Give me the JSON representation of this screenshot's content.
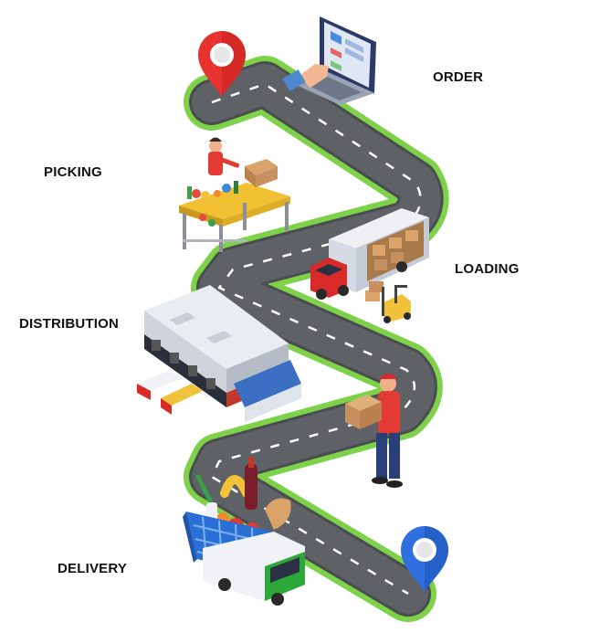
{
  "steps": {
    "order": "ORDER",
    "picking": "PICKING",
    "loading": "LOADING",
    "distribution": "DISTRIBUTION",
    "delivery": "DELIVERY"
  },
  "colors": {
    "road": "#5e6166",
    "road_edge": "#4a4c50",
    "grass": "#7ed24a",
    "lane_marking": "#ffffff",
    "pin_start": "#e8322f",
    "pin_end": "#2f6fe0",
    "truck_cab": "#d92a2a",
    "delivery_van": "#2ea83a",
    "basket": "#2a6fd6",
    "label_text": "#111111"
  },
  "icons": {
    "start": "location-pin-icon",
    "order": "laptop-icon",
    "picking": "warehouse-worker-icon",
    "loading": "cargo-truck-icon",
    "forklift": "forklift-icon",
    "distribution": "distribution-center-icon",
    "courier": "courier-icon",
    "delivery": "shopping-basket-icon",
    "van": "delivery-van-icon",
    "end": "location-pin-icon"
  }
}
